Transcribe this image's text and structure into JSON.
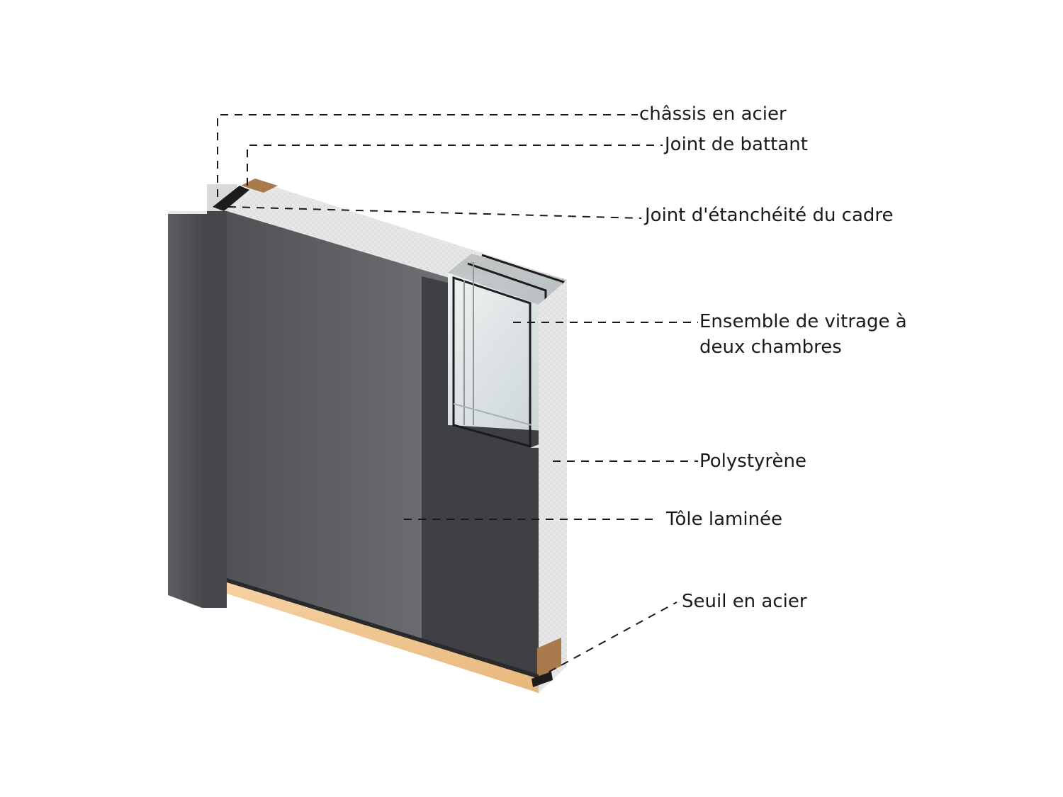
{
  "callouts": {
    "steel_frame": "châssis en acier",
    "leaf_seal": "Joint de battant",
    "frame_seal": "Joint d'étanchéité du cadre",
    "glazing_line1": "Ensemble de vitrage à",
    "glazing_line2": "deux chambres",
    "polystyrene": "Polystyrène",
    "laminated_sheet": "Tôle laminée",
    "steel_threshold": "Seuil en acier"
  },
  "colors": {
    "door_panel": "#4a4b4e",
    "frame": "#55565a",
    "foam_core": "#e4e4e4",
    "wood": "#a87a4c",
    "threshold_glow": "#f0c58e",
    "glass": "#d8dee0",
    "text": "#1a1a1a"
  }
}
